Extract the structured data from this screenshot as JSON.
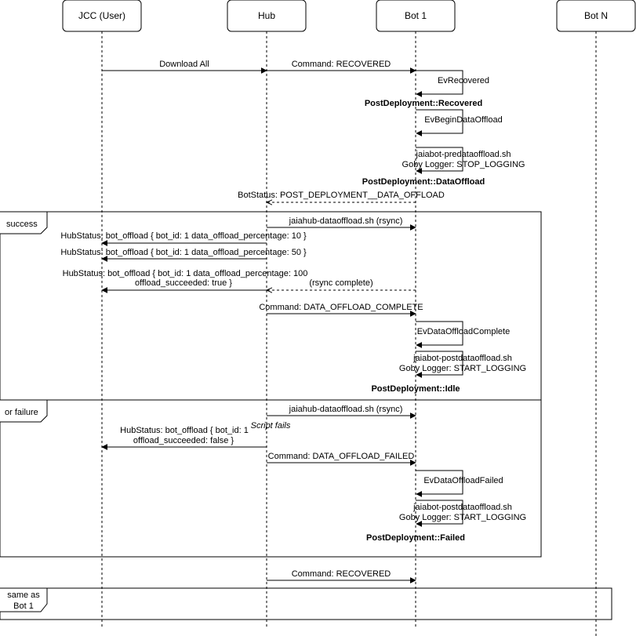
{
  "actors": [
    "JCC (User)",
    "Hub",
    "Bot 1",
    "Bot N"
  ],
  "messages": [
    [
      "Download All"
    ],
    [
      "Command: RECOVERED"
    ],
    [
      "EvRecovered"
    ],
    [
      "EvBeginDataOffload"
    ],
    [
      "jaiabot-predataoffload.sh",
      "Goby Logger: STOP_LOGGING"
    ],
    [
      "BotStatus: POST_DEPLOYMENT__DATA_OFFLOAD"
    ],
    [
      "jaiahub-dataoffload.sh (rsync)"
    ],
    [
      "HubStatus: bot_offload { bot_id: 1 data_offload_percentage: 10 }"
    ],
    [
      "HubStatus: bot_offload { bot_id: 1 data_offload_percentage: 50 }"
    ],
    [
      "HubStatus: bot_offload { bot_id: 1 data_offload_percentage: 100",
      "offload_succeeded: true }"
    ],
    [
      "(rsync complete)"
    ],
    [
      "Command: DATA_OFFLOAD_COMPLETE"
    ],
    [
      "EvDataOffloadComplete"
    ],
    [
      "jaiabot-postdataoffload.sh",
      "Goby Logger: START_LOGGING"
    ],
    [
      "jaiahub-dataoffload.sh (rsync)"
    ],
    [
      "HubStatus: bot_offload { bot_id: 1",
      "offload_succeeded: false }"
    ],
    [
      "Command: DATA_OFFLOAD_FAILED"
    ],
    [
      "EvDataOffloadFailed"
    ],
    [
      "jaiabot-postdataoffload.sh",
      "Goby Logger: START_LOGGING"
    ],
    [
      "Command: RECOVERED"
    ]
  ],
  "states": [
    "PostDeployment::Recovered",
    "PostDeployment::DataOffload",
    "PostDeployment::Idle",
    "PostDeployment::Failed"
  ],
  "frames": [
    [
      "success"
    ],
    [
      "or failure"
    ],
    [
      "same as",
      "Bot 1"
    ]
  ],
  "notes": [
    "Script fails"
  ]
}
